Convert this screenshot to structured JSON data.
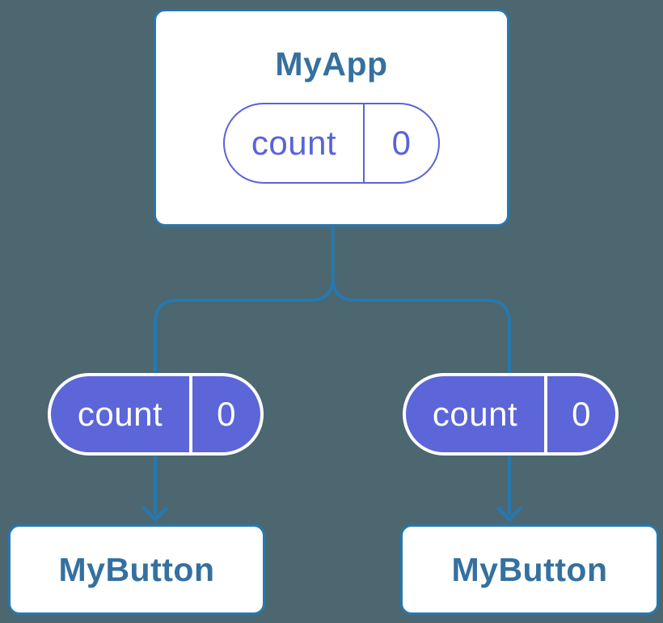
{
  "diagram": {
    "title": "component-tree-state-diagram",
    "nodes": {
      "app": {
        "label": "MyApp",
        "state": {
          "key": "count",
          "value": "0"
        }
      },
      "left_prop": {
        "key": "count",
        "value": "0"
      },
      "right_prop": {
        "key": "count",
        "value": "0"
      },
      "left_button": {
        "label": "MyButton"
      },
      "right_button": {
        "label": "MyButton"
      }
    },
    "colors": {
      "background": "#4c6770",
      "node_fill": "#ffffff",
      "node_border": "#2878ae",
      "node_title_text": "#35709f",
      "connector": "#2878ae",
      "pill_fill": "#5c66d8",
      "pill_outline": "#5a62da",
      "pill_text_on_fill": "#ffffff",
      "pill_text_on_outline": "#5a62da"
    }
  }
}
